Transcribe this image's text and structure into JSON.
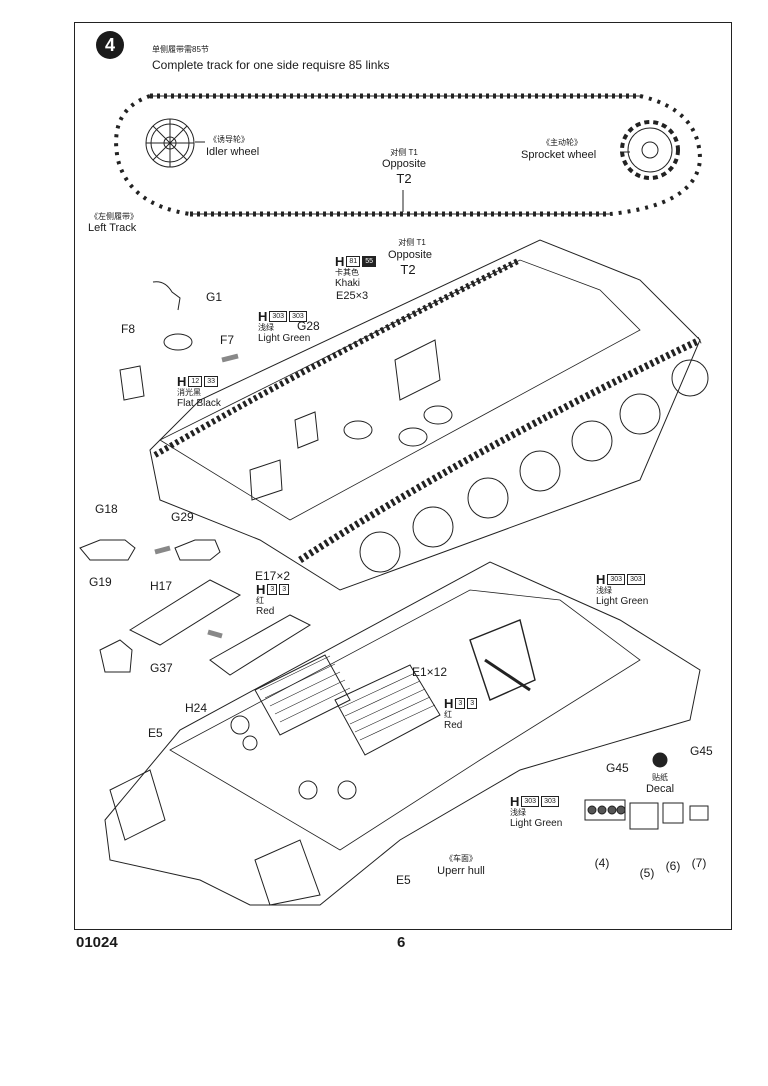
{
  "step": {
    "number": "4"
  },
  "header": {
    "title_cn": "单侧履带需85节",
    "title_en": "Complete track for one side requisre 85 links"
  },
  "track": {
    "idler_cn": "《诱导轮》",
    "idler_en": "Idler wheel",
    "sprocket_cn": "《主动轮》",
    "sprocket_en": "Sprocket wheel",
    "left_track_cn": "《左侧履带》",
    "left_track_en": "Left Track",
    "opposite_cn": "对侧 T1",
    "opposite_en": "Opposite",
    "opposite_part": "T2"
  },
  "callouts": {
    "opposite2_cn": "对侧 T1",
    "opposite2_en": "Opposite",
    "opposite2_part": "T2",
    "khaki": {
      "h": "H",
      "code1": "81",
      "code2": "55",
      "cn": "卡其色",
      "en": "Khaki"
    },
    "e25": "E25×3",
    "g1": "G1",
    "f8": "F8",
    "f7": "F7",
    "light_green_1": {
      "h": "H",
      "code1": "303",
      "code2": "303",
      "cn": "浅绿",
      "en": "Light Green"
    },
    "g28": "G28",
    "flat_black": {
      "h": "H",
      "code1": "12",
      "code2": "33",
      "cn": "消光黑",
      "en": "Flat Black"
    },
    "g18": "G18",
    "g19": "G19",
    "g29": "G29",
    "h17": "H17",
    "g37": "G37",
    "e17": "E17×2",
    "red_1": {
      "h": "H",
      "code1": "3",
      "code2": "3",
      "cn": "红",
      "en": "Red"
    },
    "light_green_2": {
      "h": "H",
      "code1": "303",
      "code2": "303",
      "cn": "浅绿",
      "en": "Light Green"
    },
    "e1": "E1×12",
    "red_2": {
      "h": "H",
      "code1": "3",
      "code2": "3",
      "cn": "红",
      "en": "Red"
    },
    "h24": "H24",
    "e5_left": "E5",
    "e5_bottom": "E5",
    "g45_mid": "G45",
    "light_green_3": {
      "h": "H",
      "code1": "303",
      "code2": "303",
      "cn": "浅绿",
      "en": "Light Green"
    },
    "hull_cn": "《车面》",
    "hull_en": "Uperr hull",
    "decal_cn": "贴纸",
    "decal_en": "Decal",
    "g45_top": "G45",
    "decal_nums": [
      "(4)",
      "(5)",
      "(6)",
      "(7)"
    ]
  },
  "footer": {
    "code": "01024",
    "page": "6"
  }
}
